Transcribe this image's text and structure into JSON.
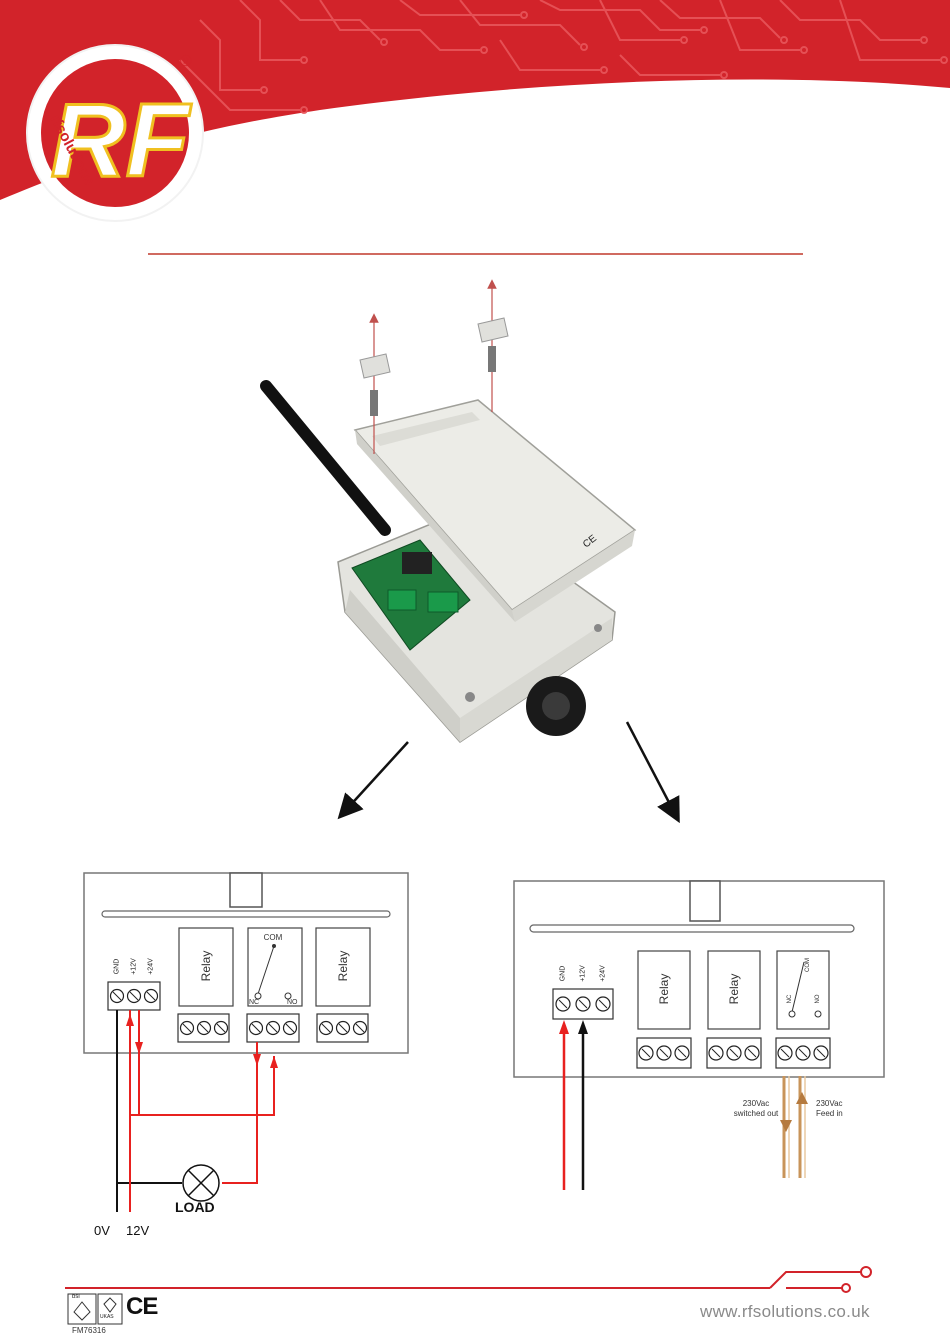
{
  "brand": {
    "logo_text": "RF",
    "registered": "®",
    "logo_subtitle": "rfsolutions"
  },
  "footer": {
    "website": "www.rfsolutions.co.uk",
    "cert_code": "FM76316",
    "bsi_label": "bsi",
    "ukas_label": "UKAS",
    "ce_mark": "CE"
  },
  "product": {
    "label_mark": "CE"
  },
  "diagram_left": {
    "terminals": [
      "GND",
      "+12V",
      "+24V"
    ],
    "relay_1": "Relay",
    "relay_2": "Relay",
    "com": "COM",
    "nc": "NC",
    "no": "NO",
    "load": "LOAD",
    "supply_0v": "0V",
    "supply_12v": "12V"
  },
  "diagram_right": {
    "terminals": [
      "GND",
      "+12V",
      "+24V"
    ],
    "relay_1": "Relay",
    "relay_2": "Relay",
    "com": "COM",
    "nc": "NC",
    "no": "NO",
    "switched_out": "230Vac switched out",
    "feed_in": "230Vac Feed in"
  },
  "colors": {
    "brand_red": "#d2232a",
    "wire_red": "#e8211f",
    "wire_black": "#111111",
    "wire_brown": "#c8945a",
    "enclosure": "#e4e4df"
  }
}
